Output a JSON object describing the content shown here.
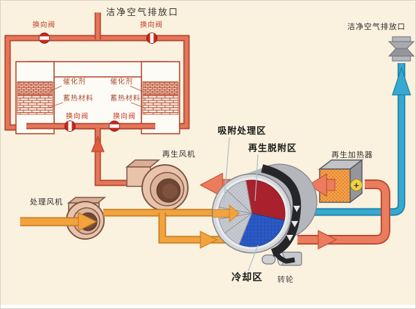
{
  "labels": {
    "clean_air_outlet_left": "洁净空气排放口",
    "clean_air_outlet_right": "洁净空气排放口",
    "reversing_valve_top_left": "换向阀",
    "reversing_valve_top_right": "换向阀",
    "catalyst_left": "催化剂",
    "catalyst_right": "催化剂",
    "heat_storage_left": "蓄热材料",
    "heat_storage_right": "蓄热材料",
    "reversing_valve_bottom_left": "换向阀",
    "reversing_valve_bottom_right": "换向阀",
    "regeneration_fan": "再生风机",
    "process_fan": "处理风机",
    "adsorption_zone": "吸附处理区",
    "regeneration_desorption_zone": "再生脱附区",
    "regeneration_heater": "再生加热器",
    "cooling_zone": "冷却区",
    "rotary_wheel": "转轮",
    "heater_plus": "+"
  },
  "colors": {
    "background": "#FAF1DE",
    "hot_air_pipe": "#E5765A",
    "hot_air_border": "#B2452E",
    "process_air_pipe": "#F3A33E",
    "process_air_border": "#C47C22",
    "clean_air_pipe": "#36A9D2",
    "clean_air_border": "#1C7FA4",
    "rto_outline": "#B5492F",
    "zone_regeneration": "#A8212C",
    "zone_cooling": "#2A5BC8",
    "zone_adsorption": "#C6C9CF",
    "heater_front": "#F6A14C",
    "fan_body": "#E9C3AA",
    "valve": "#C8281B"
  }
}
